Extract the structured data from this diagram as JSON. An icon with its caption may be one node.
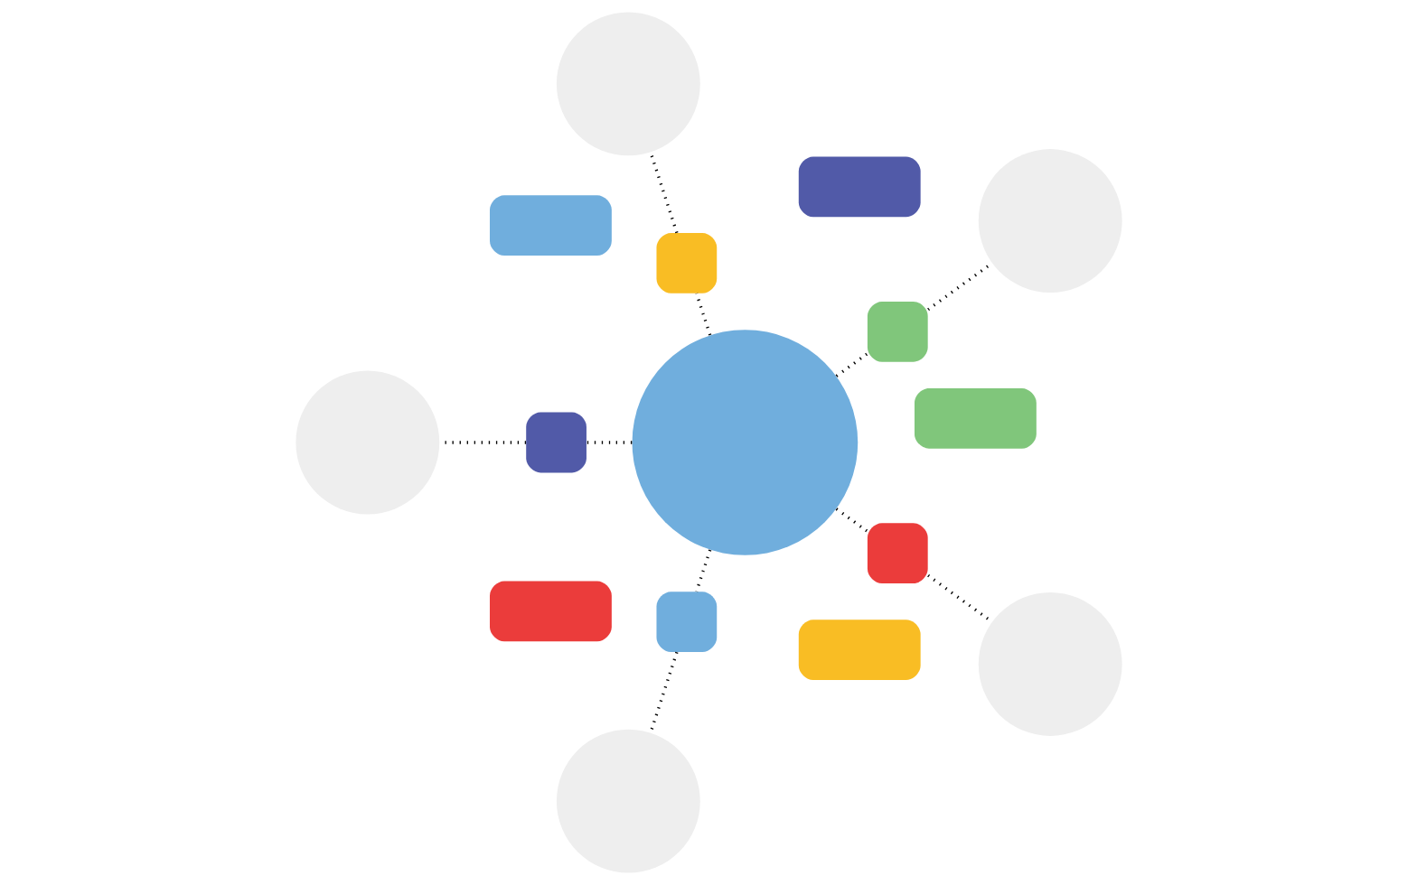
{
  "diagram": {
    "nodes": [
      {
        "text": [],
        "shape": "box"
      },
      {
        "text": [],
        "shape": "box"
      },
      {
        "text": [],
        "shape": "box"
      },
      {
        "text": [],
        "shape": "circle"
      },
      {
        "text": [],
        "shape": "circle"
      },
      {
        "text": [],
        "shape": "circle"
      },
      {
        "text": [],
        "shape": "box"
      },
      {
        "text": [],
        "shape": "box"
      },
      {
        "text": [],
        "shape": "box"
      },
      {
        "text": [],
        "shape": "circle"
      },
      {
        "text": [],
        "shape": "circle"
      },
      {
        "text": [],
        "shape": "box"
      },
      {
        "text": [],
        "shape": "box"
      },
      {
        "text": [],
        "shape": "circle"
      },
      {
        "text": [],
        "shape": "box"
      },
      {
        "text": [],
        "shape": "box"
      }
    ],
    "edges": [
      {
        "from": 9,
        "to": 6,
        "arrow": "none",
        "style": "dashed"
      },
      {
        "from": 6,
        "to": 3,
        "arrow": "none",
        "style": "dashed"
      },
      {
        "from": 9,
        "to": 7,
        "arrow": "none",
        "style": "dashed"
      },
      {
        "from": 7,
        "to": 4,
        "arrow": "none",
        "style": "dashed"
      },
      {
        "from": 9,
        "to": 8,
        "arrow": "none",
        "style": "dashed"
      },
      {
        "from": 8,
        "to": 5,
        "arrow": "none",
        "style": "dashed"
      },
      {
        "from": 9,
        "to": 11,
        "arrow": "none",
        "style": "dashed"
      },
      {
        "from": 11,
        "to": 10,
        "arrow": "none",
        "style": "dashed"
      },
      {
        "from": 9,
        "to": 12,
        "arrow": "none",
        "style": "dashed"
      },
      {
        "from": 12,
        "to": 13,
        "arrow": "none",
        "style": "dashed"
      }
    ]
  }
}
